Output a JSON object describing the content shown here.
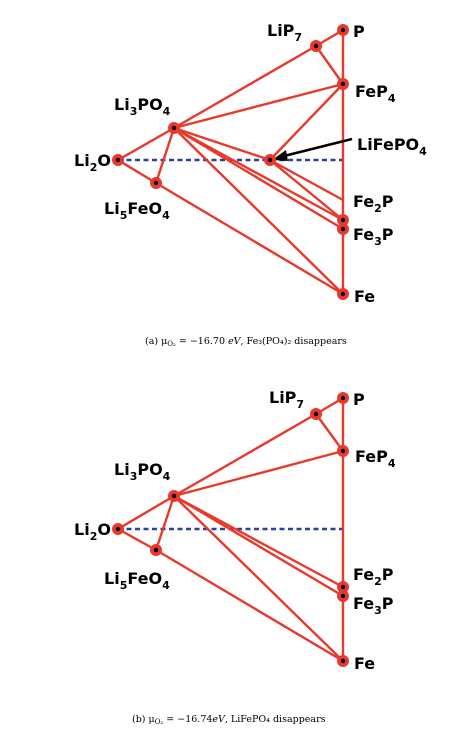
{
  "panel_a": {
    "labels": {
      "lip7": [
        "LiP",
        "7"
      ],
      "p": [
        "P"
      ],
      "fep4": [
        "FeP",
        "4"
      ],
      "li3po4": [
        "Li",
        "3",
        "PO",
        "4"
      ],
      "lifepo4": [
        "LiFePO",
        "4"
      ],
      "li2o": [
        "Li",
        "2",
        "O"
      ],
      "li5feo4": [
        "Li",
        "5",
        "FeO",
        "4"
      ],
      "fe2p": [
        "Fe",
        "2",
        "P"
      ],
      "fe3p": [
        "Fe",
        "3",
        "P"
      ],
      "fe": [
        "Fe"
      ]
    },
    "caption": {
      "prefix": "(a) μ",
      "sub": "O₂",
      "mid": " = −16.70 ",
      "unit": "eV",
      "rest": ", Fe₃(PO₄)₂ disappears"
    }
  },
  "panel_b": {
    "labels": {
      "lip7": [
        "LiP",
        "7"
      ],
      "p": [
        "P"
      ],
      "fep4": [
        "FeP",
        "4"
      ],
      "li3po4": [
        "Li",
        "3",
        "PO",
        "4"
      ],
      "li2o": [
        "Li",
        "2",
        "O"
      ],
      "li5feo4": [
        "Li",
        "5",
        "FeO",
        "4"
      ],
      "fe2p": [
        "Fe",
        "2",
        "P"
      ],
      "fe3p": [
        "Fe",
        "3",
        "P"
      ],
      "fe": [
        "Fe"
      ]
    },
    "caption": {
      "prefix": "(b) μ",
      "sub": "O₂",
      "mid": " = −16.74",
      "unit": "eV",
      "rest": ", LiFePO₄ disappears"
    }
  },
  "colors": {
    "tie_line": "#e8392b",
    "dashed_line": "#2b3fa6",
    "arrow": "#000000"
  }
}
